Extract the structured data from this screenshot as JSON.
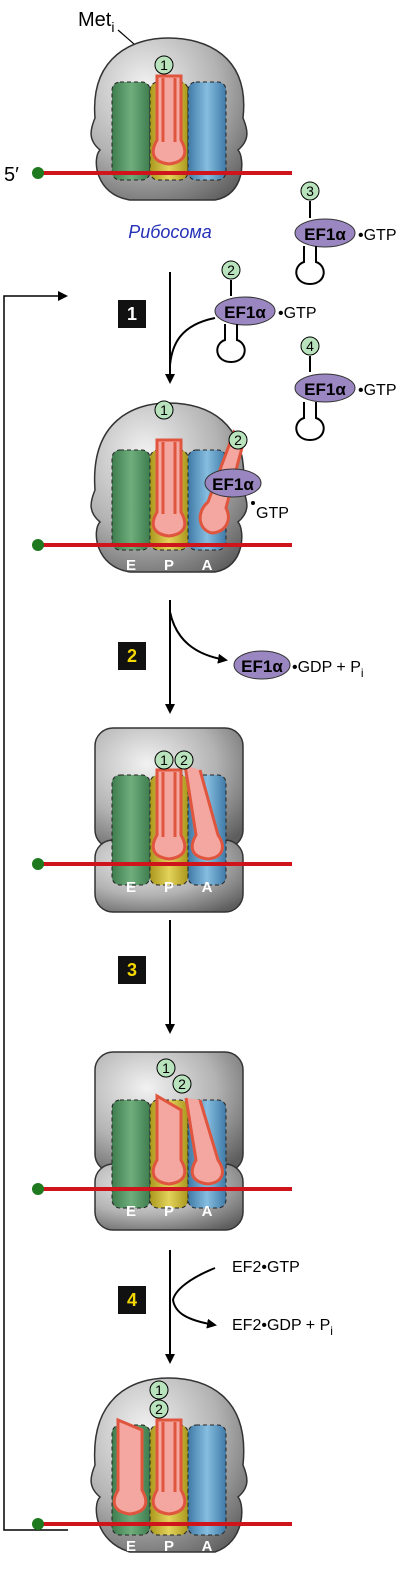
{
  "labels": {
    "met": "Met",
    "met_sub": "i",
    "five_prime": "5′",
    "ribosome": "Рибосома",
    "ef1a": "EF1α",
    "gtp": "GTP",
    "dot_gtp": "•GTP",
    "gdp_pi": "•GDP + P",
    "pi_sub": "i",
    "ef2_gtp": "EF2•GTP",
    "ef2_gdp_pi": "EF2•GDP + P",
    "site_e": "E",
    "site_p": "P",
    "site_a": "A"
  },
  "trna_numbers": [
    "1",
    "2",
    "3",
    "4"
  ],
  "steps": [
    "1",
    "2",
    "3",
    "4"
  ],
  "colors": {
    "mrna": "#d0141c",
    "mrna_end": "#1f7a1f",
    "ribosome": "#9c9c9c",
    "site_e": "#5e9e6e",
    "site_p": "#d8c542",
    "site_a": "#6aa2c8",
    "trna": "#f07e6e",
    "ef1a": "#9a86c0",
    "number_circle": "#b9e3bd",
    "step_box": "#111111",
    "step_num_white": "#ffffff",
    "step_num_yellow": "#f5d800",
    "ribosome_label": "#2530b8"
  }
}
